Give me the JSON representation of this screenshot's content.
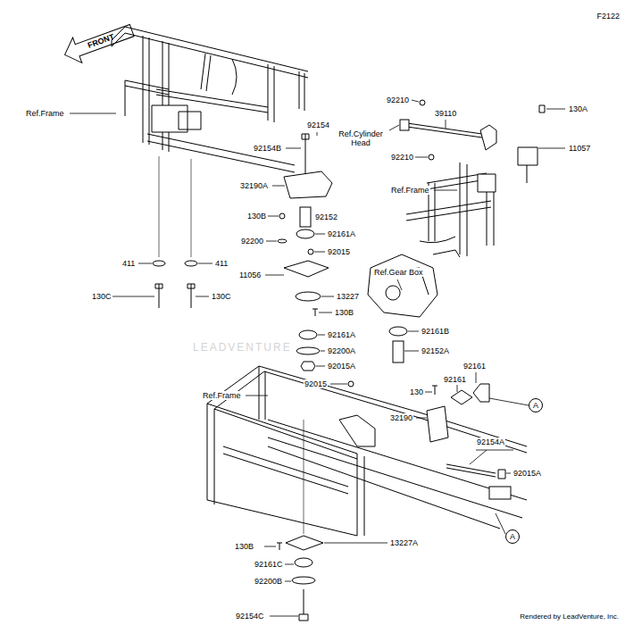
{
  "diagram": {
    "nodes": [
      {
        "text": [
          "A"
        ]
      },
      {
        "text": [
          "A"
        ]
      }
    ],
    "labels": [
      "F2122",
      "FRONT",
      "Ref.Frame",
      "92210",
      "39110",
      "130A",
      "92154",
      "92154B",
      "Ref.Cylinder Head",
      "11057",
      "92210",
      "32190A",
      "Ref.Frame",
      "411",
      "411",
      "130B",
      "92152",
      "92161A",
      "92200",
      "92015",
      "Ref.Gear Box",
      "11056",
      "13227",
      "130B",
      "130C",
      "130C",
      "92161A",
      "92161B",
      "92200A",
      "92152A",
      "92015A",
      "LEADVENTURE",
      "Ref.Frame",
      "92015",
      "92161",
      "92161",
      "130",
      "32190",
      "92154A",
      "92015A",
      "130B",
      "13227A",
      "92161C",
      "92200B",
      "92154C",
      "Rendered by LeadVenture, Inc."
    ]
  }
}
